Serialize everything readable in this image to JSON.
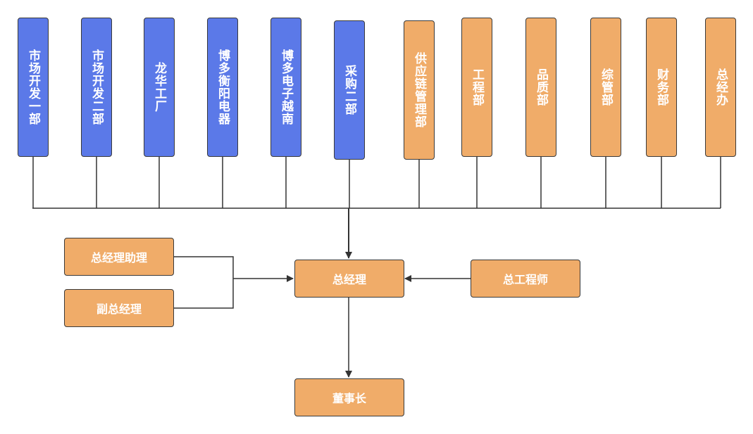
{
  "colors": {
    "dept_blue": "#5b79e8",
    "dept_orange": "#f0ac69",
    "border": "#3a3a3a",
    "line": "#333333",
    "text": "#ffffff"
  },
  "departments": [
    {
      "label": "市场开发一部",
      "color": "blue"
    },
    {
      "label": "市场开发二部",
      "color": "blue"
    },
    {
      "label": "龙华工厂",
      "color": "blue"
    },
    {
      "label": "博多衡阳电器",
      "color": "blue"
    },
    {
      "label": "博多电子越南",
      "color": "blue"
    },
    {
      "label": "采购二部",
      "color": "blue"
    },
    {
      "label": "供应链管理部",
      "color": "orange"
    },
    {
      "label": "工程部",
      "color": "orange"
    },
    {
      "label": "品质部",
      "color": "orange"
    },
    {
      "label": "综管部",
      "color": "orange"
    },
    {
      "label": "财务部",
      "color": "orange"
    },
    {
      "label": "总经办",
      "color": "orange"
    }
  ],
  "executives": {
    "gm_assistant": "总经理助理",
    "deputy_gm": "副总经理",
    "general_manager": "总经理",
    "chief_engineer": "总工程师",
    "chairman": "董事长"
  },
  "relations": [
    {
      "from": "departments",
      "to": "general_manager"
    },
    {
      "from": "gm_assistant",
      "to": "general_manager"
    },
    {
      "from": "deputy_gm",
      "to": "general_manager"
    },
    {
      "from": "chief_engineer",
      "to": "general_manager"
    },
    {
      "from": "general_manager",
      "to": "chairman"
    }
  ]
}
